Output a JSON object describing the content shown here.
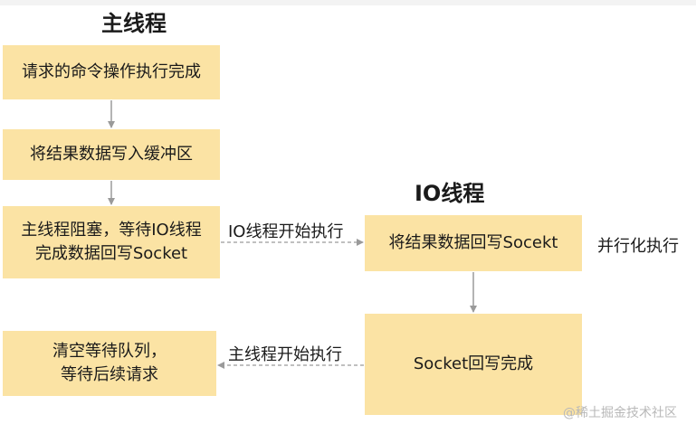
{
  "titles": {
    "main_thread": "主线程",
    "io_thread": "IO线程"
  },
  "boxes": {
    "cmd_done": "请求的命令操作执行完成",
    "write_buffer": "将结果数据写入缓冲区",
    "blocked": "主线程阻塞，等待IO线程\n完成数据回写Socket",
    "io_write": "将结果数据回写Socekt",
    "socket_done": "Socket回写完成",
    "clear_queue": "清空等待队列，\n等待后续请求"
  },
  "labels": {
    "io_start": "IO线程开始执行",
    "main_start": "主线程开始执行",
    "parallel": "并行化执行"
  },
  "watermark": "@稀土掘金技术社区",
  "colors": {
    "box_fill": "#fbe3a4",
    "arrow": "#9a9a9a"
  }
}
